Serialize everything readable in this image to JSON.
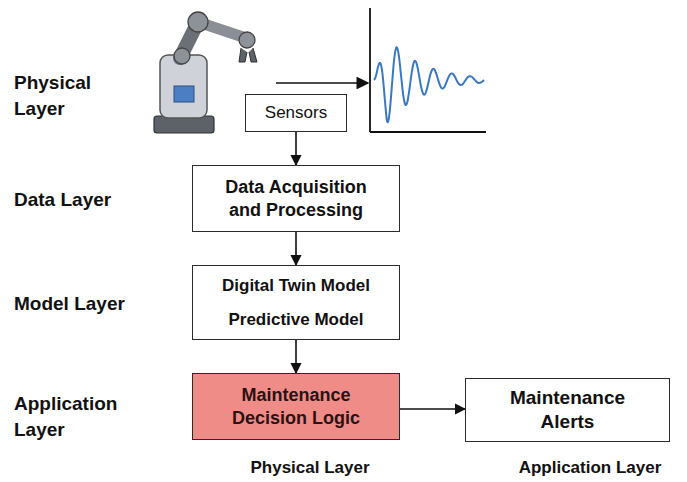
{
  "diagram": {
    "nodes": [
      {
        "text": [
          "Sensors"
        ]
      },
      {
        "text": [
          "Data Acquisition and Processing"
        ]
      },
      {
        "text": [
          "Digital Twin Model",
          "Predictive Model"
        ]
      },
      {
        "text": [
          "Maintenance Decision Logic"
        ]
      },
      {
        "text": [
          "Maintenance Alerts"
        ]
      }
    ],
    "edges": [
      {
        "from": 0,
        "to": 1,
        "arrow": "to"
      },
      {
        "from": 1,
        "to": 2,
        "arrow": "to"
      },
      {
        "from": 2,
        "to": 3,
        "arrow": "to"
      },
      {
        "from": 3,
        "to": 4,
        "arrow": "to"
      }
    ],
    "labels": [
      "Physical Layer",
      "Data Layer",
      "Model Layer",
      "Application Layer",
      "Physical Layer",
      "Application Layer"
    ]
  }
}
